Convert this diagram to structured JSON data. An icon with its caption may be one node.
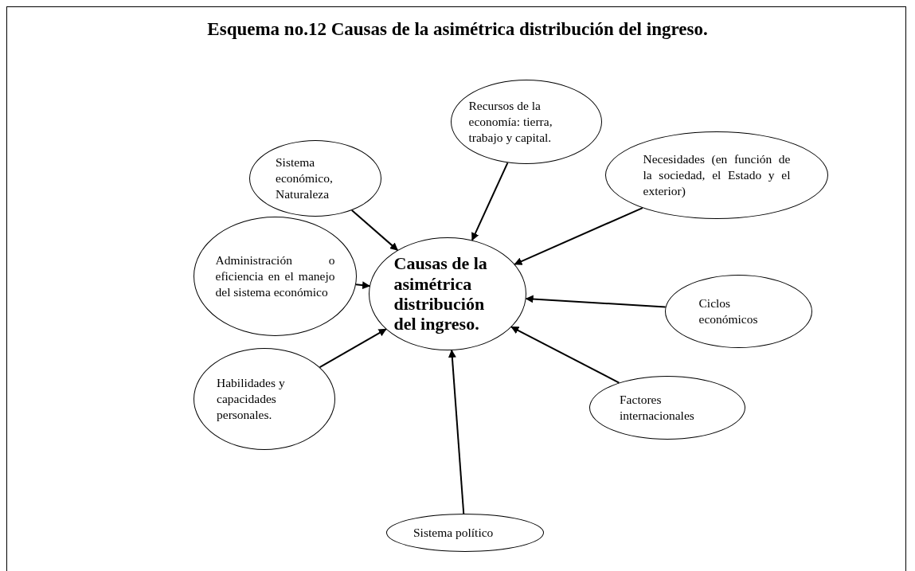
{
  "diagram": {
    "title": "Esquema no.12  Causas de la asimétrica distribución del ingreso.",
    "nodes": [
      {
        "text": [
          "Causas de la asimétrica distribución del ingreso."
        ]
      },
      {
        "text": [
          "Sistema económico, Naturaleza"
        ]
      },
      {
        "text": [
          "Recursos de la economía: tierra, trabajo y capital."
        ]
      },
      {
        "text": [
          "Necesidades (en función de la sociedad, el Estado y el exterior)"
        ]
      },
      {
        "text": [
          "Administración o eficiencia en el manejo del sistema económico"
        ]
      },
      {
        "text": [
          "Ciclos económicos"
        ]
      },
      {
        "text": [
          "Habilidades y capacidades personales."
        ]
      },
      {
        "text": [
          "Sistema político"
        ]
      },
      {
        "text": [
          "Factores internacionales"
        ]
      }
    ],
    "edges": [
      {
        "from": 1,
        "to": 0,
        "arrow": "to"
      },
      {
        "from": 2,
        "to": 0,
        "arrow": "to"
      },
      {
        "from": 3,
        "to": 0,
        "arrow": "to"
      },
      {
        "from": 4,
        "to": 0,
        "arrow": "to"
      },
      {
        "from": 5,
        "to": 0,
        "arrow": "to"
      },
      {
        "from": 6,
        "to": 0,
        "arrow": "to"
      },
      {
        "from": 7,
        "to": 0,
        "arrow": "to"
      },
      {
        "from": 8,
        "to": 0,
        "arrow": "to"
      }
    ]
  }
}
